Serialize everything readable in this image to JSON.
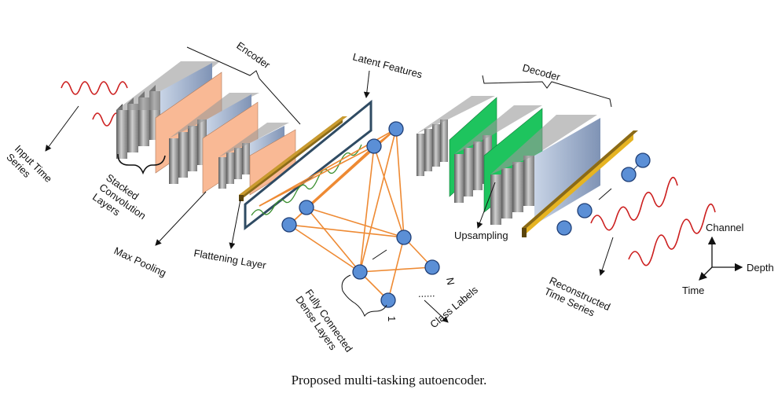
{
  "labels": {
    "input": [
      "Input Time",
      "Series"
    ],
    "encoder": "Encoder",
    "stacked": [
      "Stacked",
      "Convolution",
      "Layers"
    ],
    "max_pooling": "Max Pooling",
    "flattening": "Flattening Layer",
    "latent": "Latent Features",
    "fully_connected": [
      "Fully Connected",
      "Dense Layers"
    ],
    "class_labels": "Class Labels",
    "node_one": "1",
    "node_n": "N",
    "decoder": "Decoder",
    "upsampling": "Upsampling",
    "reconstructed": [
      "Reconstructed",
      "Time Series"
    ],
    "axis_channel": "Channel",
    "axis_depth": "Depth",
    "axis_time": "Time"
  },
  "caption": "Proposed multi-tasking autoencoder.",
  "colors": {
    "wave": "#cc1f1f",
    "pool_orange": "#f9b995",
    "upsample_green": "#1ec45e",
    "latent_frame": "#2f4b63",
    "flatten_bar": "#8a6a18",
    "decoder_bar": "#e6b422",
    "dense_edge": "#ee8a33",
    "node_fill": "#5b8fd6",
    "node_stroke": "#1f3f77"
  }
}
